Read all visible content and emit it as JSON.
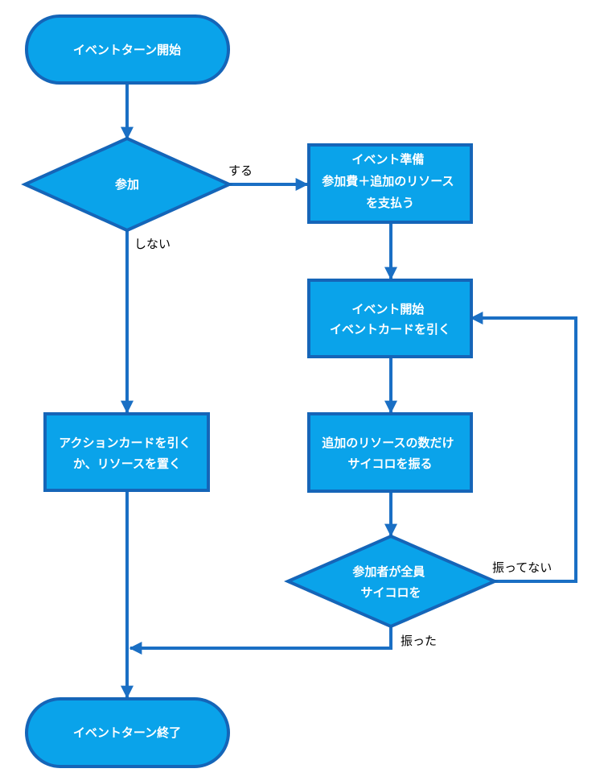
{
  "colors": {
    "node_fill": "#0aa3ea",
    "node_border": "#1565b8",
    "edge": "#1a6fc4",
    "node_text": "#ffffff",
    "label_text": "#000000"
  },
  "nodes": {
    "start": {
      "lines": [
        "イベントターン開始"
      ]
    },
    "decision_join": {
      "lines": [
        "参加"
      ]
    },
    "prepare": {
      "lines": [
        "イベント準備",
        "参加費＋追加のリソース",
        "を支払う"
      ]
    },
    "event_start": {
      "lines": [
        "イベント開始",
        "イベントカードを引く"
      ]
    },
    "action": {
      "lines": [
        "アクションカードを引く",
        "か、リソースを置く"
      ]
    },
    "roll": {
      "lines": [
        "追加のリソースの数だけ",
        "サイコロを振る"
      ]
    },
    "decision_all": {
      "lines": [
        "参加者が全員",
        "サイコロを"
      ]
    },
    "end": {
      "lines": [
        "イベントターン終了"
      ]
    }
  },
  "edge_labels": {
    "yes": "する",
    "no": "しない",
    "not_rolled": "振ってない",
    "rolled": "振った"
  }
}
